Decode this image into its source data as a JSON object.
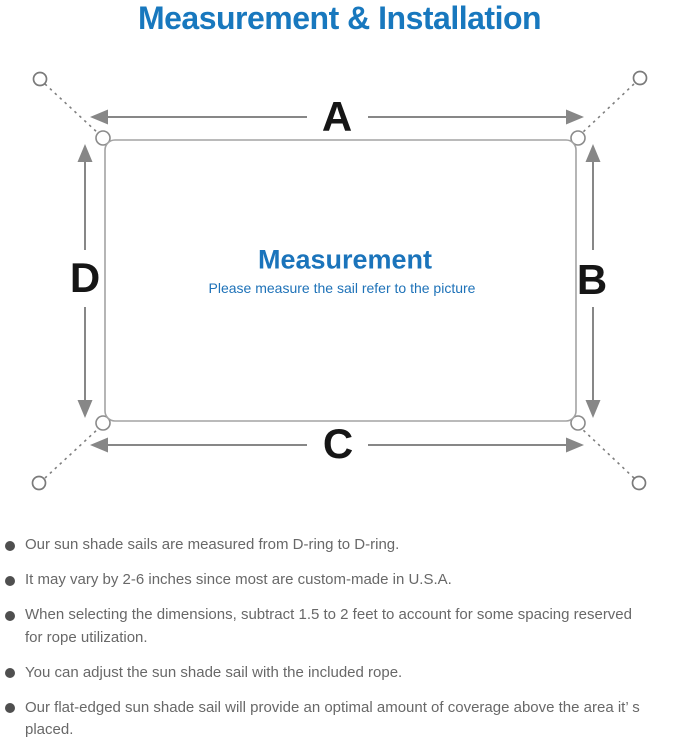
{
  "title": "Measurement & Installation",
  "colors": {
    "title_blue": "#1878be",
    "heading_blue": "#1b74bb",
    "subheading_blue": "#1e72b8",
    "diagram_gray": "#878787",
    "dimension_label_black": "#161616",
    "note_text_gray": "#686868",
    "bullet_dot_gray": "#4f4f4f"
  },
  "diagram": {
    "heading": "Measurement",
    "subheading": "Please measure the sail refer to the picture",
    "labels": {
      "top": "A",
      "right": "B",
      "bottom": "C",
      "left": "D"
    }
  },
  "notes": {
    "items": [
      "Our sun shade sails are measured from D-ring to D-ring.",
      "It may vary by 2-6 inches since most are custom-made in U.S.A.",
      "When selecting the dimensions, subtract 1.5 to 2 feet to account for some spacing reserved for rope utilization.",
      "You can adjust the sun shade sail with the included rope.",
      "Our flat-edged sun shade sail will provide an optimal amount of coverage above the area it’ s placed."
    ]
  }
}
